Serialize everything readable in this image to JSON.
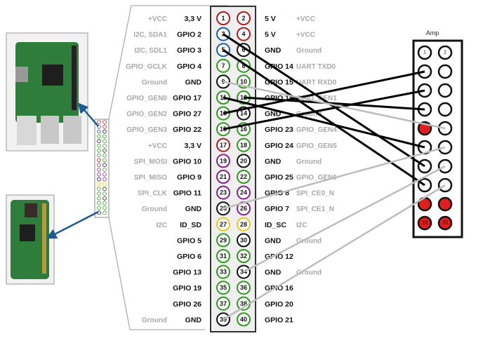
{
  "header_rows": [
    {
      "lf": "+VCC",
      "ln": "3,3 V",
      "lp": "1",
      "lc": "red",
      "rp": "2",
      "rc": "red",
      "rn": "5 V",
      "rf": "+VCC"
    },
    {
      "lf": "I2C, SDA1",
      "ln": "GPIO 2",
      "lp": "3",
      "lc": "blue",
      "rp": "4",
      "rc": "red",
      "rn": "5 V",
      "rf": "+VCC"
    },
    {
      "lf": "I2C, SDL1",
      "ln": "GPIO 3",
      "lp": "5",
      "lc": "blue",
      "rp": "6",
      "rc": "black",
      "rn": "GND",
      "rf": "Ground"
    },
    {
      "lf": "GPIO_GCLK",
      "ln": "GPIO 4",
      "lp": "7",
      "lc": "green",
      "rp": "8",
      "rc": "green",
      "rn": "GPIO 14",
      "rf": "UART TXD0"
    },
    {
      "lf": "Ground",
      "ln": "GND",
      "lp": "9",
      "lc": "black",
      "rp": "10",
      "rc": "green",
      "rn": "GPIO 15",
      "rf": "UART RXD0"
    },
    {
      "lf": "GPIO_GEN0",
      "ln": "GPIO 17",
      "lp": "11",
      "lc": "green",
      "rp": "12",
      "rc": "green",
      "rn": "GPIO 18",
      "rf": "GPIO_GEN1"
    },
    {
      "lf": "GPIO_GEN2",
      "ln": "GPIO 27",
      "lp": "13",
      "lc": "green",
      "rp": "14",
      "rc": "black",
      "rn": "GND",
      "rf": "Ground"
    },
    {
      "lf": "GPIO_GEN3",
      "ln": "GPIO 22",
      "lp": "15",
      "lc": "green",
      "rp": "16",
      "rc": "green",
      "rn": "GPIO 23",
      "rf": "GPIO_GEN4"
    },
    {
      "lf": "+VCC",
      "ln": "3,3 V",
      "lp": "17",
      "lc": "red",
      "rp": "18",
      "rc": "green",
      "rn": "GPIO 24",
      "rf": "GPIO_GEN5"
    },
    {
      "lf": "SPI_MOSI",
      "ln": "GPIO 10",
      "lp": "19",
      "lc": "purple",
      "rp": "20",
      "rc": "black",
      "rn": "GND",
      "rf": "Ground"
    },
    {
      "lf": "SPI_MISO",
      "ln": "GPIO 9",
      "lp": "21",
      "lc": "purple",
      "rp": "22",
      "rc": "green",
      "rn": "GPIO 25",
      "rf": "GPIO_GEN6"
    },
    {
      "lf": "SPI_CLK",
      "ln": "GPIO 11",
      "lp": "23",
      "lc": "purple",
      "rp": "24",
      "rc": "purple",
      "rn": "GPIO 8",
      "rf": "SPI_CE0_N"
    },
    {
      "lf": "Ground",
      "ln": "GND",
      "lp": "25",
      "lc": "black",
      "rp": "26",
      "rc": "purple",
      "rn": "GPIO 7",
      "rf": "SPI_CE1_N"
    },
    {
      "lf": "I2C",
      "ln": "ID_SD",
      "lp": "27",
      "lc": "yellow",
      "rp": "28",
      "rc": "yellow",
      "rn": "ID_SC",
      "rf": "I2C"
    },
    {
      "lf": "",
      "ln": "GPIO 5",
      "lp": "29",
      "lc": "green",
      "rp": "30",
      "rc": "black",
      "rn": "GND",
      "rf": "Ground"
    },
    {
      "lf": "",
      "ln": "GPIO 6",
      "lp": "31",
      "lc": "green",
      "rp": "32",
      "rc": "green",
      "rn": "GPIO 12",
      "rf": ""
    },
    {
      "lf": "",
      "ln": "GPIO 13",
      "lp": "33",
      "lc": "green",
      "rp": "34",
      "rc": "black",
      "rn": "GND",
      "rf": "Ground"
    },
    {
      "lf": "",
      "ln": "GPIO 19",
      "lp": "35",
      "lc": "green",
      "rp": "36",
      "rc": "green",
      "rn": "GPIO 16",
      "rf": ""
    },
    {
      "lf": "",
      "ln": "GPIO 26",
      "lp": "37",
      "lc": "green",
      "rp": "38",
      "rc": "green",
      "rn": "GPIO 20",
      "rf": ""
    },
    {
      "lf": "Ground",
      "ln": "GND",
      "lp": "39",
      "lc": "black",
      "rp": "40",
      "rc": "green",
      "rn": "GPIO 21",
      "rf": ""
    }
  ],
  "colors": {
    "red": "#b01c1c",
    "blue": "#1f5f9e",
    "black": "#111111",
    "green": "#2e9a1e",
    "purple": "#8a1f8a",
    "yellow": "#e6c81e",
    "amp_red": "#e01e1e",
    "wire_black": "#000000",
    "wire_gray": "#bdbdbd",
    "arrow": "#1d5b91"
  },
  "amp": {
    "title": "Amp",
    "labels": {
      "1": "1",
      "2": "2",
      "19": "19",
      "20": "20"
    },
    "red_pins": [
      9,
      17,
      18,
      19,
      20
    ]
  },
  "wires": [
    {
      "from": 13,
      "to": 3,
      "color": "black"
    },
    {
      "from": 15,
      "to": 5,
      "color": "black"
    },
    {
      "from": 12,
      "to": 7,
      "color": "black"
    },
    {
      "from": 11,
      "to": 11,
      "color": "black"
    },
    {
      "from": 3,
      "to": 13,
      "color": "black"
    },
    {
      "from": 5,
      "to": 15,
      "color": "black"
    },
    {
      "from": 9,
      "to": 10,
      "color": "gray"
    },
    {
      "from": 25,
      "to": 12,
      "color": "gray"
    },
    {
      "from": 34,
      "to": 14,
      "color": "gray"
    },
    {
      "from": 39,
      "to": 16,
      "color": "gray"
    }
  ]
}
